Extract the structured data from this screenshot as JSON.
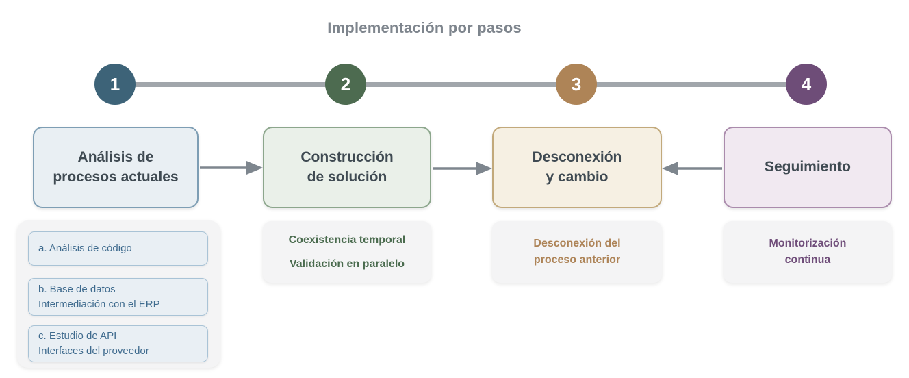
{
  "title": "Implementación por pasos",
  "timeline": {
    "line_color": "#a1a6ab",
    "arrow_color": "#7e868e"
  },
  "steps": [
    {
      "number": "1",
      "title": "Análisis de\nprocesos actuales",
      "accent_color": "#3d6378",
      "card_fill": "#e9eff3",
      "card_border": "#7e9eb4",
      "items": [
        "a. Análisis de código",
        "b. Base de datos\nIntermediación con el ERP",
        "c. Estudio de API\nInterfaces del proveedor"
      ]
    },
    {
      "number": "2",
      "title": "Construcción\nde solución",
      "accent_color": "#4d6b50",
      "card_fill": "#eaf0e9",
      "card_border": "#8ca68c",
      "notes": [
        "Coexistencia temporal",
        "Validación en paralelo"
      ]
    },
    {
      "number": "3",
      "title": "Desconexión\ny cambio",
      "accent_color": "#ae8457",
      "card_fill": "#f6f0e3",
      "card_border": "#c2a97b",
      "note": "Desconexión del\nproceso anterior"
    },
    {
      "number": "4",
      "title": "Seguimiento",
      "accent_color": "#6e4d78",
      "card_fill": "#f1e9f1",
      "card_border": "#aa8bac",
      "note": "Monitorización\ncontinua"
    }
  ]
}
